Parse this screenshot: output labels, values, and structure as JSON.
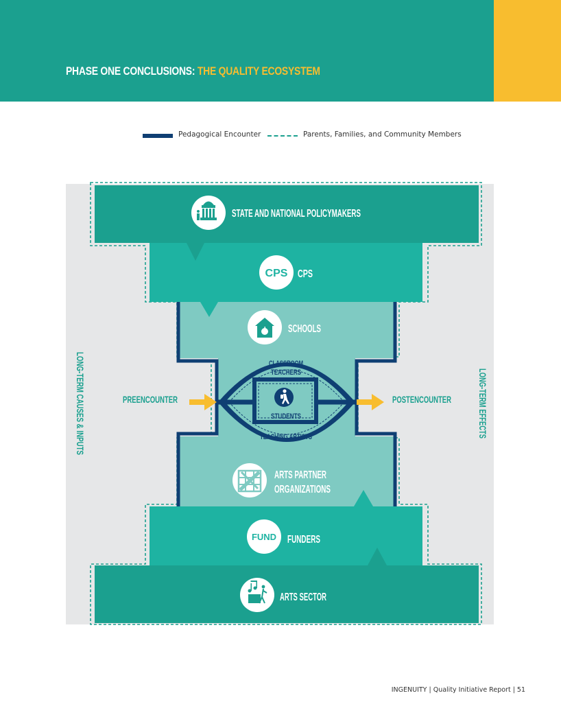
{
  "header": {
    "title_prefix": "PHASE ONE CONCLUSIONS: ",
    "title_accent": "THE QUALITY ECOSYSTEM"
  },
  "legend": {
    "solid_label": "Pedagogical Encounter",
    "dashed_label": "Parents, Families, and Community Members"
  },
  "diagram": {
    "side_left": "LONG-TERM CAUSES & INPUTS",
    "side_right": "LONG-TERM EFFECTS",
    "tiers": {
      "policymakers": "STATE AND NATIONAL POLICYMAKERS",
      "cps_icon": "CPS",
      "cps": "CPS",
      "schools": "SCHOOLS",
      "arts_partners_line1": "ARTS PARTNER",
      "arts_partners_line2": "ORGANIZATIONS",
      "funders_icon": "FUND",
      "funders": "FUNDERS",
      "arts_sector": "ARTS SECTOR"
    },
    "core": {
      "classroom_line1": "CLASSROOM",
      "classroom_line2": "TEACHERS",
      "students": "STUDENTS",
      "teaching_artists": "TEACHING ARTISTS",
      "preencounter": "PREENCOUNTER",
      "postencounter": "POSTENCOUNTER"
    },
    "icons": [
      "capitol-building-icon",
      "school-icon",
      "student-walking-icon",
      "art-supplies-icon",
      "music-arts-icon"
    ],
    "colors": {
      "teal_dark": "#1ba08f",
      "teal_mid": "#1eb3a2",
      "teal_light": "#7fcac2",
      "navy": "#0f3f73",
      "yellow": "#f8bd2f",
      "gray_bg": "#e6e7e8"
    }
  },
  "footer": {
    "text": "INGENUITY  |  Quality Initiative Report  |  51"
  }
}
